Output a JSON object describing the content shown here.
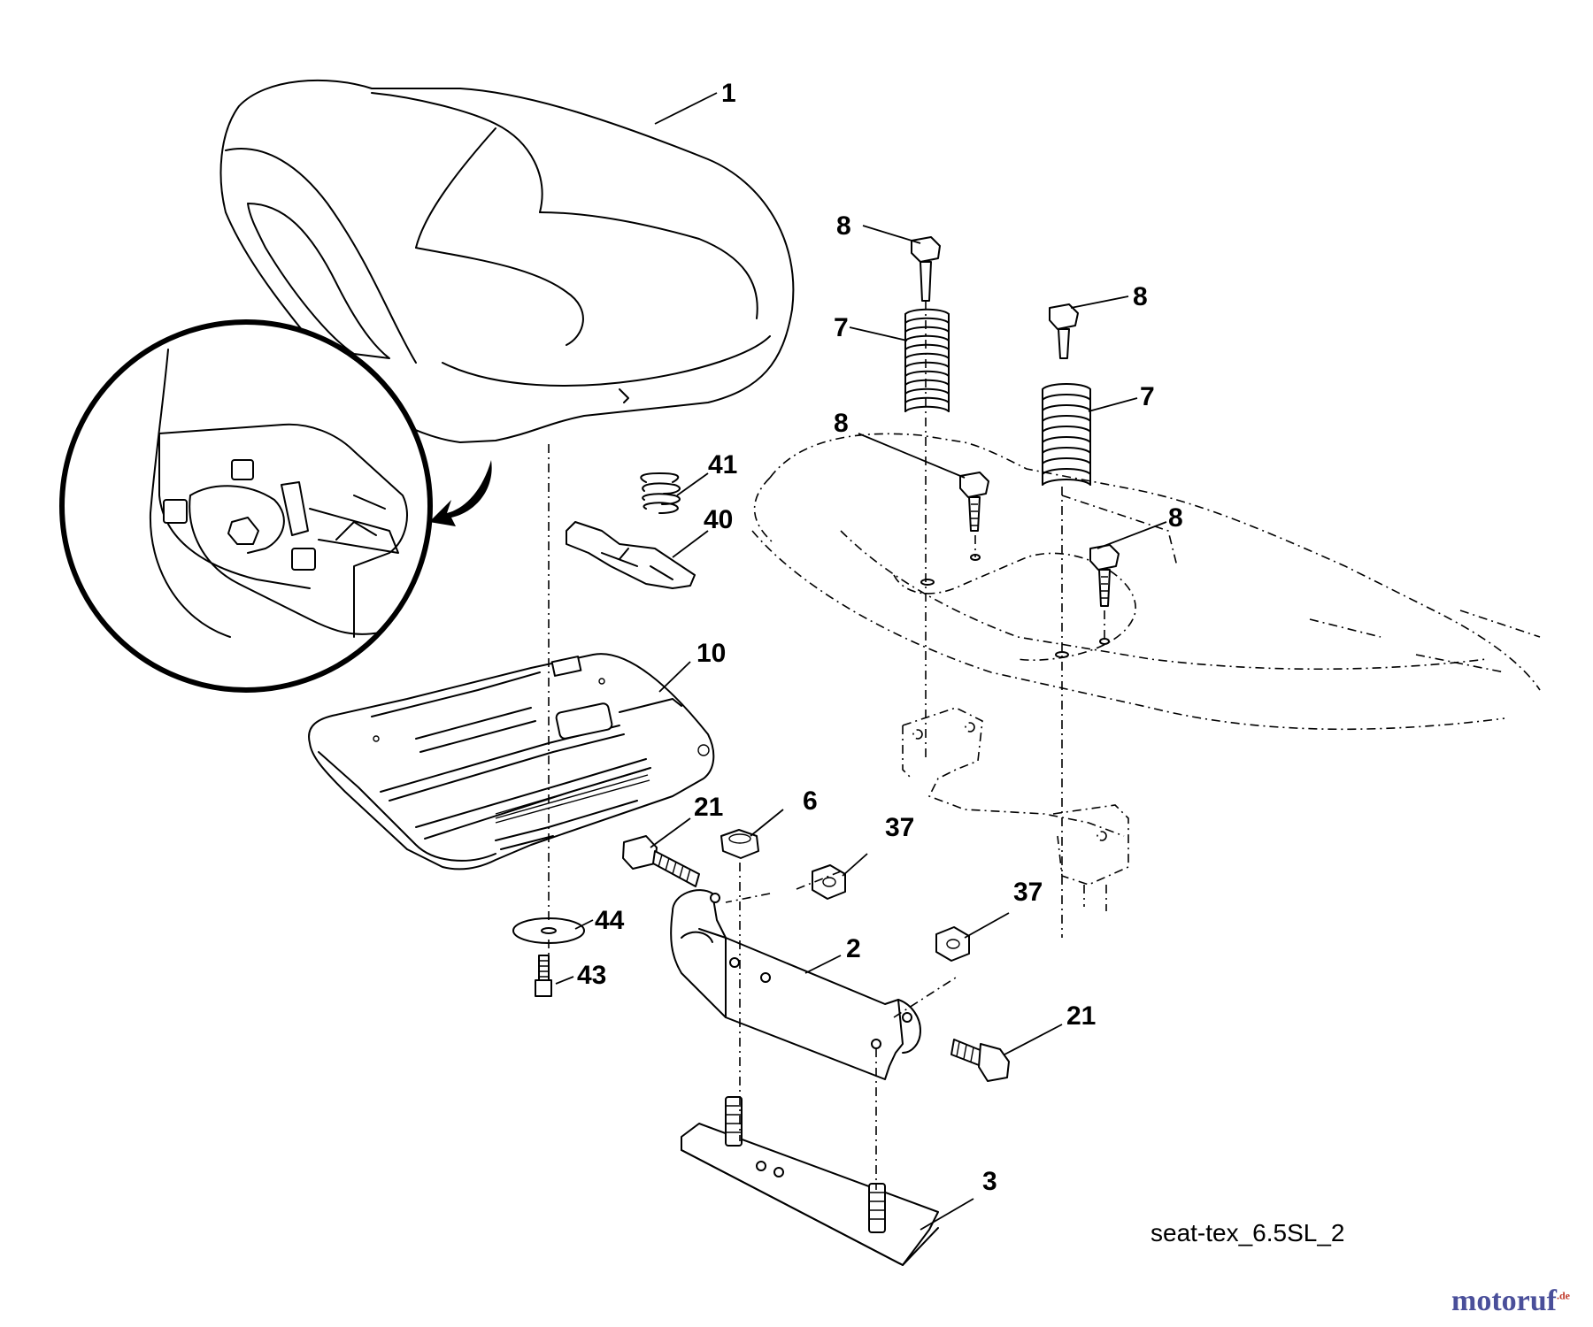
{
  "diagram": {
    "callouts": [
      "1",
      "8",
      "8",
      "7",
      "7",
      "8",
      "8",
      "41",
      "40",
      "10",
      "21",
      "6",
      "37",
      "37",
      "44",
      "43",
      "2",
      "21",
      "3"
    ],
    "caption": "seat-tex_6.5SL_2",
    "watermark": {
      "name": "motoruf",
      "domain": ".de",
      "color": "#4a4f9a",
      "dom_color": "#c0392b"
    }
  }
}
